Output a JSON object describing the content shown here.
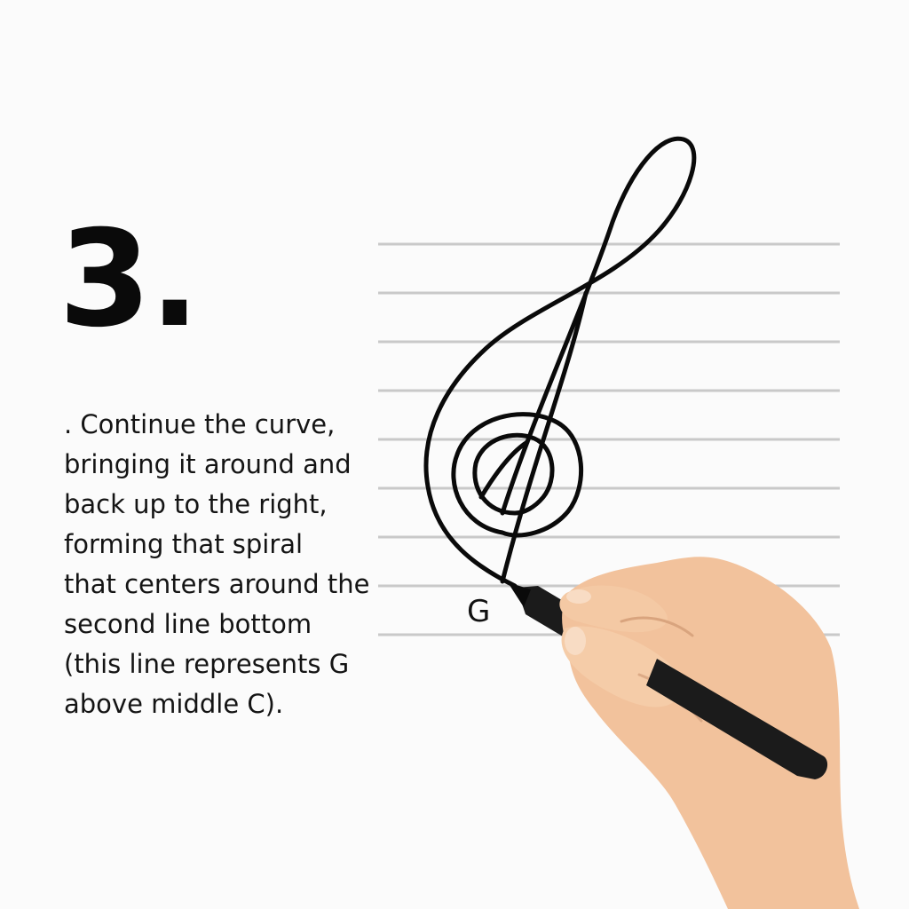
{
  "step": {
    "number": "3."
  },
  "instructions": {
    "lines": [
      ". Continue the curve,",
      "bringing it around and",
      "back up to the right,",
      "forming that spiral",
      "that centers around the",
      "second line bottom",
      "(this line represents G",
      "above middle C)."
    ]
  },
  "staff": {
    "note_label": "G",
    "line_color": "#c8c8c8"
  },
  "colors": {
    "background": "#fbfbfb",
    "ink": "#0a0a0a",
    "skin": "#f2c29c",
    "pen": "#1a1a1a"
  }
}
